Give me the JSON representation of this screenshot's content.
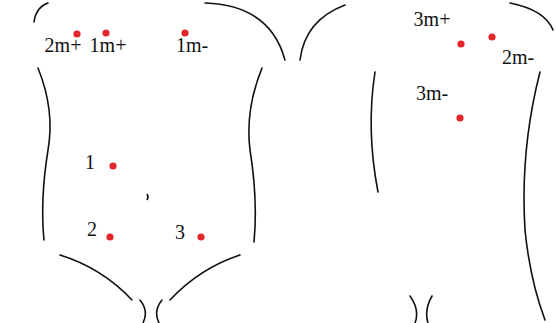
{
  "diagram": {
    "labels": [
      "2m+",
      "1m+",
      "1m-",
      "1",
      "2",
      "3",
      "3m+",
      "2m-",
      "3m-"
    ]
  }
}
